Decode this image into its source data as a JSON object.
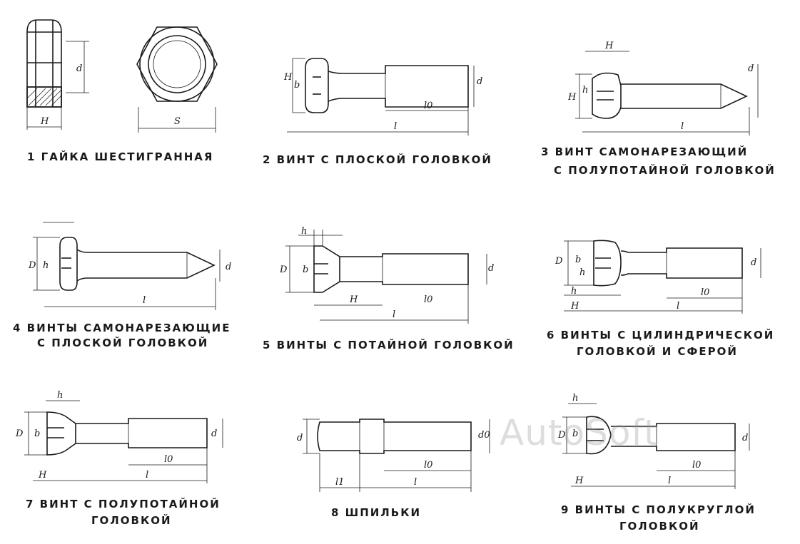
{
  "captions": {
    "c1": "1 ГАЙКА ШЕСТИГРАННАЯ",
    "c2": "2 ВИНТ С ПЛОСКОЙ ГОЛОВКОЙ",
    "c3a": "3 ВИНТ САМОНАРЕЗАЮЩИЙ",
    "c3b": "С ПОЛУПОТАЙНОЙ ГОЛОВКОЙ",
    "c4a": "4 ВИНТЫ САМОНАРЕЗАЮЩИЕ",
    "c4b": "С ПЛОСКОЙ ГОЛОВКОЙ",
    "c5": "5 ВИНТЫ С ПОТАЙНОЙ ГОЛОВКОЙ",
    "c6a": "6 ВИНТЫ С ЦИЛИНДРИЧЕСКОЙ",
    "c6b": "ГОЛОВКОЙ И СФЕРОЙ",
    "c7a": "7 ВИНТ С ПОЛУПОТАЙНОЙ",
    "c7b": "ГОЛОВКОЙ",
    "c8": "8 ШПИЛЬКИ",
    "c9a": "9 ВИНТЫ С ПОЛУКРУГЛОЙ",
    "c9b": "ГОЛОВКОЙ"
  },
  "dims": {
    "d": "d",
    "H": "H",
    "S": "S",
    "l": "l",
    "l0": "l0",
    "l1": "l1",
    "h": "h",
    "b": "b",
    "D": "D",
    "d0": "d0"
  },
  "watermark": "AutoSoft"
}
